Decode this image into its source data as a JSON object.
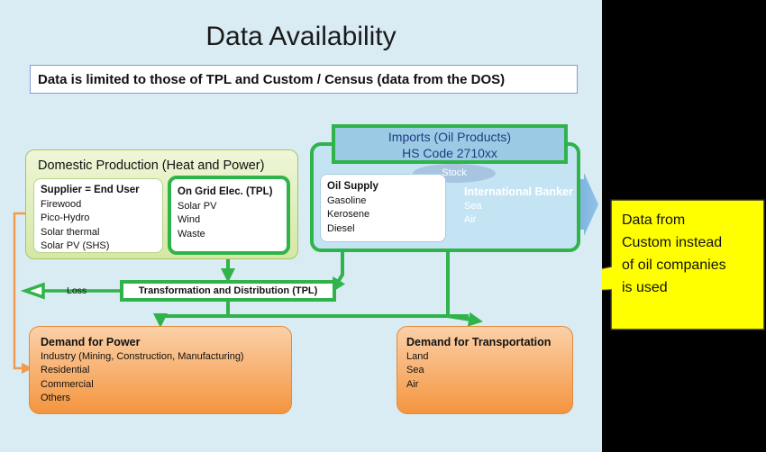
{
  "title": "Data Availability",
  "subtitle": "Data is limited to those of TPL and Custom / Census (data from the DOS)",
  "domestic": {
    "label": "Domestic Production (Heat and Power)",
    "supplier": {
      "heading": "Supplier = End User",
      "items": [
        "Firewood",
        "Pico-Hydro",
        "Solar thermal",
        "Solar PV (SHS)"
      ]
    },
    "on_grid": {
      "heading": "On Grid Elec. (TPL)",
      "items": [
        "Solar PV",
        "Wind",
        "Waste"
      ]
    }
  },
  "imports": {
    "title_line1": "Imports (Oil Products)",
    "title_line2": "HS Code 2710xx",
    "stock": "Stock",
    "oil_supply": {
      "heading": "Oil Supply",
      "items": [
        "Gasoline",
        "Kerosene",
        "Diesel"
      ]
    },
    "banker": {
      "heading": "International Banker",
      "items": [
        "Sea",
        "Air"
      ]
    }
  },
  "loss": "Loss",
  "transformation": "Transformation and Distribution (TPL)",
  "demand_power": {
    "heading": "Demand for Power",
    "items": [
      "Industry (Mining, Construction, Manufacturing)",
      "Residential",
      "Commercial",
      "Others"
    ]
  },
  "demand_transport": {
    "heading": "Demand for Transportation",
    "items": [
      "Land",
      "Sea",
      "Air"
    ]
  },
  "callout": {
    "lines": [
      "Data from",
      "Custom instead",
      "of oil companies",
      "is used"
    ]
  },
  "colors": {
    "green": "#2fb34a",
    "orange": "#f4953f",
    "callout": "#ffff00",
    "banker_text": "#1f3d80"
  }
}
